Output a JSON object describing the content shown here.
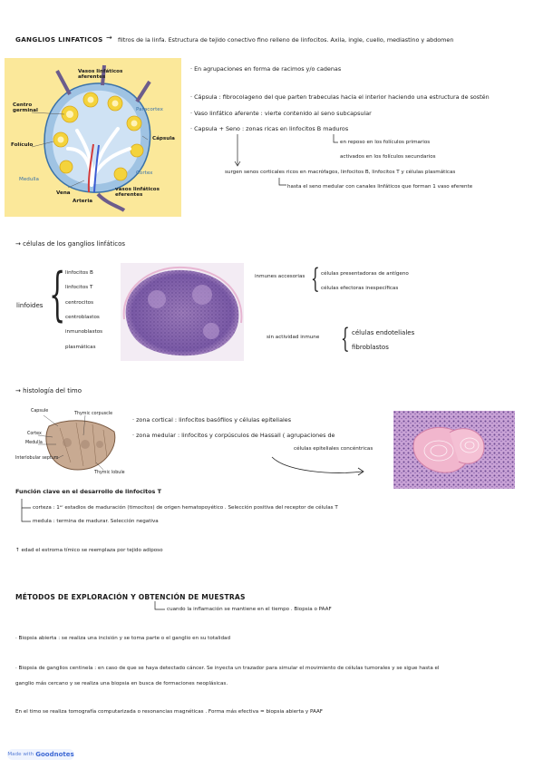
{
  "header": {
    "title": "GANGLIOS LINFATICOS",
    "arrow": "→",
    "text": "filtros de la linfa. Estructura de tejido conectivo fino relleno de linfocitos. Axila, ingle, cuello, mediastino y abdomen"
  },
  "node_diagram": {
    "labels": {
      "vasos_aferentes": "Vasos linfáticos aferentes",
      "centro_germinal": "Centro germinal",
      "paracortex": "Paracortex",
      "capsula": "Cápsula",
      "foliculo": "Folículo",
      "cortex": "Cortex",
      "medulla": "Medulla",
      "vena": "Vena",
      "arteria": "Arteria",
      "vasos_eferentes": "vasos linfáticos eferentes"
    },
    "colors": {
      "background": "#fbe89a",
      "follicle": "#f4d33c",
      "vessel": "#6c5c8c",
      "tissue": "#cfe2f4"
    }
  },
  "node_notes": {
    "agrupaciones": "· En agrupaciones en forma de racimos y/o cadenas",
    "capsula": "· Cápsula : fibrocolageno del que parten trabeculas hacia el interior haciendo una estructura de sostén",
    "vaso_aferente": "· Vaso linfático aferente : vierte contenido al seno subcapsular",
    "capsula_seno": "· Capsula + Seno : zonas ricas en linfocitos B maduros",
    "reposo": "en reposo en los folículos primarios",
    "activados": "activados en los folículos secundarios",
    "surgen": "surgen senos corticales ricos en macrófagos, linfocitos B, linfocitos T y células plasmáticas",
    "seno_medular": "hasta el seno medular con canales linfáticos que forman 1 vaso eferente"
  },
  "cells_section": {
    "heading": "→ células de los ganglios linfáticos",
    "linfoides_label": "linfoides",
    "linfoides_items": [
      "linfocitos B",
      "linfocitos T",
      "centrocitos",
      "centroblastos",
      "inmunoblastos",
      "plasmáticas"
    ],
    "inmunes_label": "inmunes accesorias",
    "inmunes_items": [
      "células presentadoras de antígeno",
      "células efectoras inespecíficas"
    ],
    "sin_actividad_label": "sin actividad inmune",
    "sin_actividad_items": [
      "células endoteliales",
      "fibroblastos"
    ]
  },
  "thymus_section": {
    "heading": "→ histología del timo",
    "diagram_labels": {
      "capsule": "Capsule",
      "thymic_corpuscle": "Thymic corpuscle",
      "cortex": "Cortex",
      "medulla": "Medulla",
      "interlobular_septum": "Interlobular septum",
      "thymic_lobule": "Thymic lobule"
    },
    "zona_cortical": "· zona cortical : linfocitos basófilos y células epiteliales",
    "zona_medular": "· zona medular : linfocitos y corpúsculos de Hassall ( agrupaciones de",
    "zona_medular_2": "células epiteliales concéntricas"
  },
  "function_section": {
    "heading": "Función clave en el desarrollo de linfocitos T",
    "corteza": "corteza : 1ᵉʳ estadios de maduración (timocitos) de origen hematopoyético . Selección positiva del receptor de células T",
    "medula": "medula : termina de madurar. Selección negativa",
    "edad": "↑ edad el estroma tímico se reemplaza por tejido adiposo"
  },
  "methods_section": {
    "heading": "MÉTODOS DE EXPLORACIÓN Y OBTENCIÓN DE MUESTRAS",
    "cuando": "cuando la inflamación se mantiene en el tiempo . Biopsia o PAAF",
    "biopsia_abierta": "· Biopsia abierta : se realiza una incisión y se toma parte o el ganglio en su totalidad",
    "centinela_1": "· Biopsia de ganglios centinela : en caso de que se haya detectado cáncer. Se inyecta un trazador para simular el movimiento de células tumorales y se sigue hasta  el",
    "centinela_2": "ganglio más cercano y se realiza una biopsia en busca de formaciones neoplásicas.",
    "timo": "En el timo se realiza tomografía computarizada o resonancias magnéticas . Forma más efectiva = biopsia abierta y PAAF"
  },
  "footer": {
    "made_with": "Made with",
    "brand": "Goodnotes"
  }
}
